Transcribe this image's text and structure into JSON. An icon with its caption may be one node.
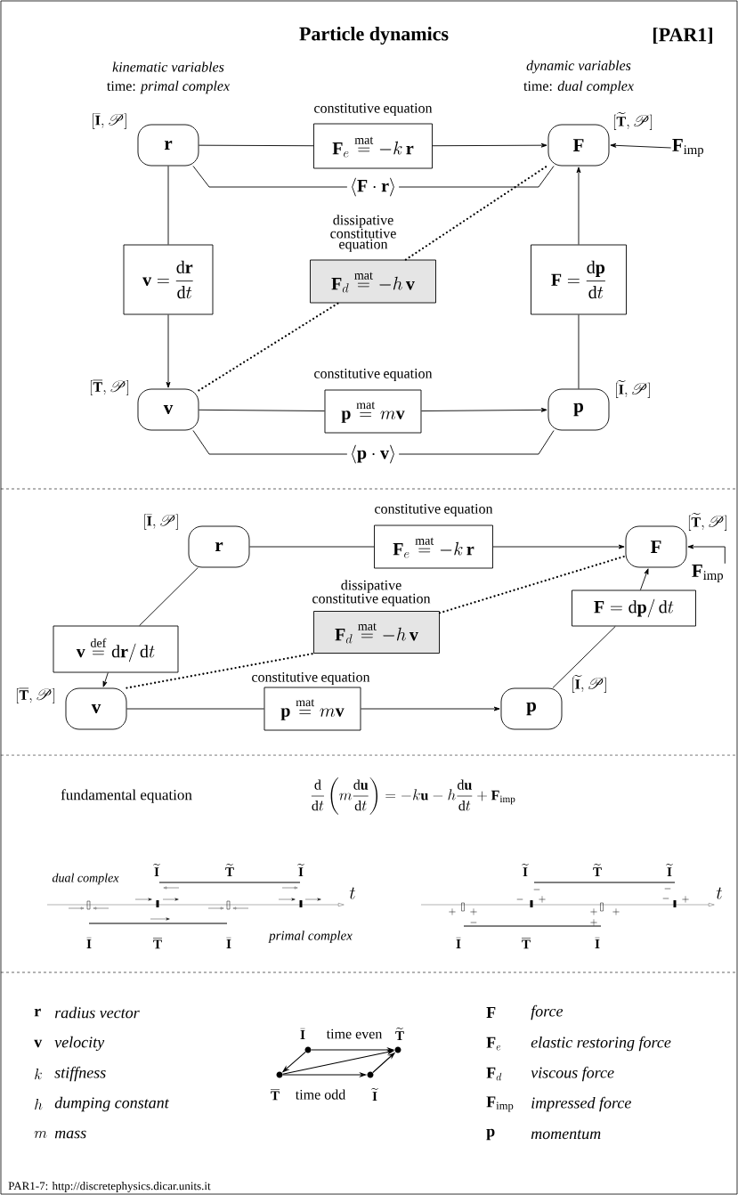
{
  "diagram": {
    "title": "Particle dynamics",
    "nodes": [
      {
        "text": [
          "\\mathbf{r}"
        ],
        "beside": [
          "[\\bar{\\mathbf{I}}, \\mathscr{P}]"
        ]
      },
      {
        "text": [
          "\\mathbf{F}"
        ],
        "beside": [
          "[\\widetilde{\\mathbf{T}}, \\mathscr{P}]"
        ]
      },
      {
        "text": [
          "\\mathbf{v}"
        ],
        "beside": [
          "[\\overline{\\mathbf{T}}, \\mathscr{P}]"
        ]
      },
      {
        "text": [
          "\\mathbf{p}"
        ],
        "beside": [
          "[\\widetilde{\\mathbf{I}}, \\mathscr{P}]"
        ]
      },
      {
        "text": [
          "constitutive equation",
          "\\mathbf{F}_e \\overset{\\mathrm{mat}}{=} -k\\,\\mathbf{r}"
        ]
      },
      {
        "text": [
          "dissipative constitutive equation",
          "\\mathbf{F}_d \\overset{\\mathrm{mat}}{=} -h\\,\\mathbf{v}"
        ]
      },
      {
        "text": [
          "\\mathbf{v} = \\frac{\\mathrm{d}\\mathbf{r}}{\\mathrm{d}t}"
        ]
      },
      {
        "text": [
          "\\mathbf{F} = \\frac{\\mathrm{d}\\mathbf{p}}{\\mathrm{d}t}"
        ]
      },
      {
        "text": [
          "constitutive equation",
          "\\mathbf{p} \\overset{\\mathrm{mat}}{=} m\\mathbf{v}"
        ]
      },
      {
        "text": [
          "\\mathbf{F}_{\\mathrm{imp}}"
        ]
      },
      {
        "text": [
          "\\mathbf{r}"
        ],
        "beside": [
          "[\\bar{\\mathbf{I}}, \\mathscr{P}]"
        ]
      },
      {
        "text": [
          "\\mathbf{F}"
        ],
        "beside": [
          "[\\widetilde{\\mathbf{T}}, \\mathscr{P}]"
        ]
      },
      {
        "text": [
          "\\mathbf{v}"
        ],
        "beside": [
          "[\\overline{\\mathbf{T}}, \\mathscr{P}]"
        ]
      },
      {
        "text": [
          "\\mathbf{p}"
        ],
        "beside": [
          "[\\widetilde{\\mathbf{I}}, \\mathscr{P}]"
        ]
      },
      {
        "text": [
          "constitutive equation",
          "\\mathbf{F}_e \\overset{\\mathrm{mat}}{=} -k\\,\\mathbf{r}"
        ]
      },
      {
        "text": [
          "dissipative constitutive equation",
          "\\mathbf{F}_d \\overset{\\mathrm{mat}}{=} -h\\,\\mathbf{v}"
        ]
      },
      {
        "text": [
          "\\mathbf{v} \\overset{\\mathrm{def}}{=} \\mathrm{d}\\mathbf{r}/\\,\\mathrm{d}t"
        ]
      },
      {
        "text": [
          "\\mathbf{F} = \\mathrm{d}\\mathbf{p}/\\,\\mathrm{d}t"
        ]
      },
      {
        "text": [
          "constitutive equation",
          "\\mathbf{p} \\overset{\\mathrm{mat}}{=} m\\mathbf{v}"
        ]
      },
      {
        "text": [
          "\\mathbf{F}_{\\mathrm{imp}}"
        ]
      },
      {
        "text": [],
        "shape": "circle",
        "beside": [
          "\\bar{\\mathbf{I}}"
        ]
      },
      {
        "text": [],
        "shape": "circle",
        "beside": [
          "\\widetilde{\\mathbf{T}}"
        ]
      },
      {
        "text": [],
        "shape": "circle",
        "beside": [
          "\\overline{\\mathbf{T}}"
        ]
      },
      {
        "text": [],
        "shape": "circle",
        "beside": [
          "\\widetilde{\\mathbf{I}}"
        ]
      }
    ],
    "edges": [
      {
        "from": 0,
        "to": 4,
        "arrow": "none"
      },
      {
        "from": 4,
        "to": 1,
        "arrow": "to"
      },
      {
        "from": 0,
        "to": 1,
        "arrow": "none",
        "label": "\\langle \\mathbf{F} \\cdot \\mathbf{r} \\rangle"
      },
      {
        "from": 0,
        "to": 6,
        "arrow": "none"
      },
      {
        "from": 6,
        "to": 2,
        "arrow": "to"
      },
      {
        "from": 2,
        "to": 5,
        "arrow": "none",
        "style": "dashed"
      },
      {
        "from": 5,
        "to": 1,
        "arrow": "none",
        "style": "dashed"
      },
      {
        "from": 3,
        "to": 7,
        "arrow": "none"
      },
      {
        "from": 7,
        "to": 1,
        "arrow": "to"
      },
      {
        "from": 2,
        "to": 8,
        "arrow": "none"
      },
      {
        "from": 8,
        "to": 3,
        "arrow": "to"
      },
      {
        "from": 2,
        "to": 3,
        "arrow": "none",
        "label": "\\langle \\mathbf{p} \\cdot \\mathbf{v} \\rangle"
      },
      {
        "from": 9,
        "to": 1,
        "arrow": "to"
      },
      {
        "from": 10,
        "to": 14,
        "arrow": "none"
      },
      {
        "from": 14,
        "to": 11,
        "arrow": "to"
      },
      {
        "from": 10,
        "to": 16,
        "arrow": "none"
      },
      {
        "from": 16,
        "to": 12,
        "arrow": "to"
      },
      {
        "from": 12,
        "to": 15,
        "arrow": "none",
        "style": "dashed"
      },
      {
        "from": 15,
        "to": 11,
        "arrow": "none",
        "style": "dashed"
      },
      {
        "from": 13,
        "to": 17,
        "arrow": "none"
      },
      {
        "from": 17,
        "to": 11,
        "arrow": "to"
      },
      {
        "from": 12,
        "to": 18,
        "arrow": "none"
      },
      {
        "from": 18,
        "to": 13,
        "arrow": "to"
      },
      {
        "from": 19,
        "to": 11,
        "arrow": "to"
      },
      {
        "from": 20,
        "to": 22,
        "arrow": "to"
      },
      {
        "from": 20,
        "to": 21,
        "arrow": "to"
      },
      {
        "from": 22,
        "to": 21,
        "arrow": "to"
      },
      {
        "from": 22,
        "to": 23,
        "arrow": "to"
      },
      {
        "from": 23,
        "to": 21,
        "arrow": "to"
      }
    ],
    "labels": [
      "[PAR1]",
      "kinematic variables",
      "time: *primal complex*",
      "dynamic variables",
      "time: *dual complex*",
      "fundamental equation",
      "\\frac{\\mathrm{d}}{\\mathrm{d}t}\\left(m\\frac{\\mathrm{d}\\mathbf{u}}{\\mathrm{d}t}\\right) = -k\\mathbf{u} - h\\frac{\\mathrm{d}\\mathbf{u}}{\\mathrm{d}t} + \\mathbf{F}_{\\mathrm{imp}}",
      "dual complex",
      "\\widetilde{\\mathbf{I}}",
      "\\widetilde{\\mathbf{T}}",
      "\\widetilde{\\mathbf{I}}",
      "t",
      "\\bar{\\mathbf{I}}",
      "\\overline{\\mathbf{T}}",
      "\\bar{\\mathbf{I}}",
      "primal complex",
      "\\widetilde{\\mathbf{I}}",
      "\\widetilde{\\mathbf{T}}",
      "\\widetilde{\\mathbf{I}}",
      "t",
      "\\bar{\\mathbf{I}}",
      "\\overline{\\mathbf{T}}",
      "\\bar{\\mathbf{I}}",
      "-",
      "-",
      "+",
      "-",
      "-",
      "+",
      "+",
      "+",
      "-",
      "+",
      "+",
      "+",
      "\\mathbf{r}",
      "radius vector",
      "\\mathbf{F}",
      "force",
      "time even",
      "\\mathbf{v}",
      "velocity",
      "\\mathbf{F}_e",
      "elastic restoring force",
      "k",
      "stiffness",
      "\\mathbf{F}_d",
      "viscous force",
      "time odd",
      "h",
      "dumping constant",
      "\\mathbf{F}_{\\mathrm{imp}}",
      "impressed force",
      "m",
      "mass",
      "\\mathbf{p}",
      "momentum",
      "PAR1-7: http://discretephysics.dicar.units.it"
    ]
  }
}
